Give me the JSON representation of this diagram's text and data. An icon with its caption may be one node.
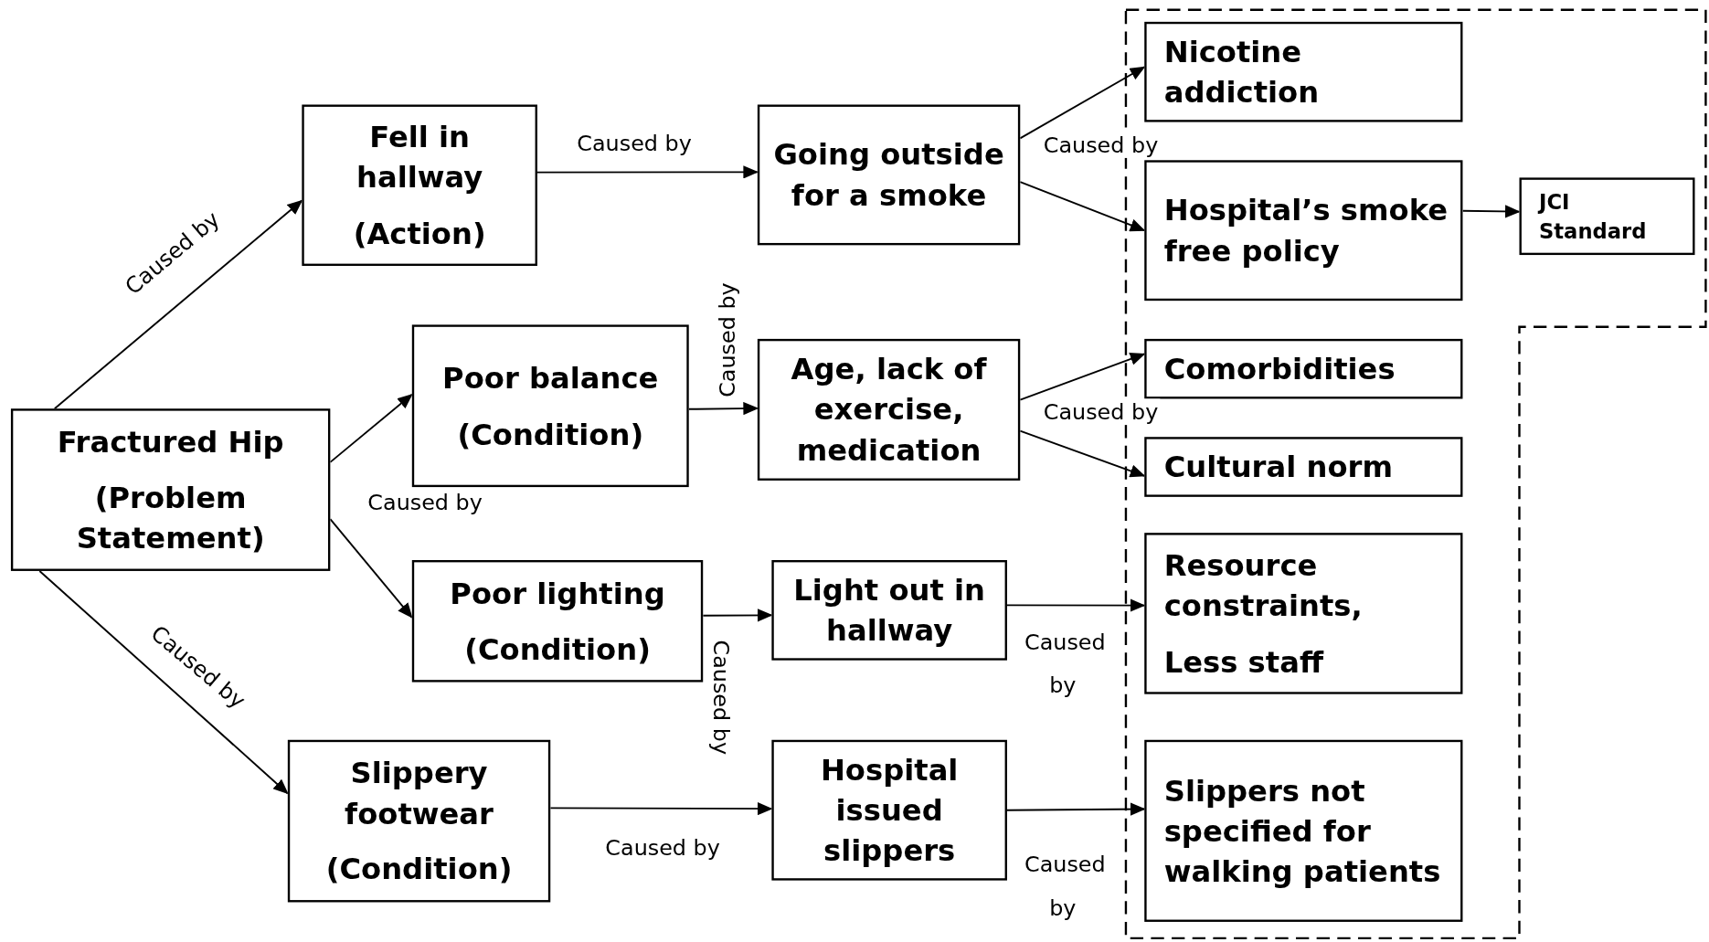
{
  "diagram": {
    "nodes": [
      {
        "text": [
          "Fractured Hip",
          "(Problem Statement)"
        ]
      },
      {
        "text": [
          "Fell in hallway",
          "(Action)"
        ]
      },
      {
        "text": [
          "Poor balance",
          "(Condition)"
        ]
      },
      {
        "text": [
          "Poor lighting",
          "(Condition)"
        ]
      },
      {
        "text": [
          "Slippery footwear",
          "(Condition)"
        ]
      },
      {
        "text": [
          "Going outside for a smoke"
        ]
      },
      {
        "text": [
          "Age, lack of exercise, medication"
        ]
      },
      {
        "text": [
          "Light out in hallway"
        ]
      },
      {
        "text": [
          "Hospital issued slippers"
        ]
      },
      {
        "text": [],
        "shape": "box"
      },
      {
        "text": [
          "Nicotine addiction"
        ],
        "in": 9
      },
      {
        "text": [
          "Hospital’s smoke free policy"
        ],
        "in": 9
      },
      {
        "text": [
          "JCI Standard"
        ],
        "in": 9
      },
      {
        "text": [
          "Comorbidities"
        ],
        "in": 9
      },
      {
        "text": [
          "Cultural norm"
        ],
        "in": 9
      },
      {
        "text": [
          "Resource constraints,",
          "Less staff"
        ],
        "in": 9
      },
      {
        "text": [
          "Slippers not specified for walking patients"
        ],
        "in": 9
      }
    ],
    "edges": [
      {
        "from": 0,
        "to": 1,
        "arrow": "to",
        "label": "Caused by"
      },
      {
        "from": 0,
        "to": 2,
        "arrow": "to",
        "label": "Caused by"
      },
      {
        "from": 0,
        "to": 3,
        "arrow": "to"
      },
      {
        "from": 0,
        "to": 4,
        "arrow": "to",
        "label": "Caused by"
      },
      {
        "from": 1,
        "to": 5,
        "arrow": "to",
        "label": "Caused by"
      },
      {
        "from": 2,
        "to": 6,
        "arrow": "to",
        "label": "Caused by"
      },
      {
        "from": 3,
        "to": 7,
        "arrow": "to",
        "label": "Caused by"
      },
      {
        "from": 4,
        "to": 8,
        "arrow": "to",
        "label": "Caused by"
      },
      {
        "from": 5,
        "to": 10,
        "arrow": "to",
        "label": "Caused by"
      },
      {
        "from": 5,
        "to": 11,
        "arrow": "to"
      },
      {
        "from": 6,
        "to": 13,
        "arrow": "to",
        "label": "Caused by"
      },
      {
        "from": 6,
        "to": 14,
        "arrow": "to"
      },
      {
        "from": 7,
        "to": 15,
        "arrow": "to",
        "label": "Caused by"
      },
      {
        "from": 8,
        "to": 16,
        "arrow": "to",
        "label": "Caused by"
      },
      {
        "from": 11,
        "to": 12,
        "arrow": "to"
      }
    ]
  }
}
